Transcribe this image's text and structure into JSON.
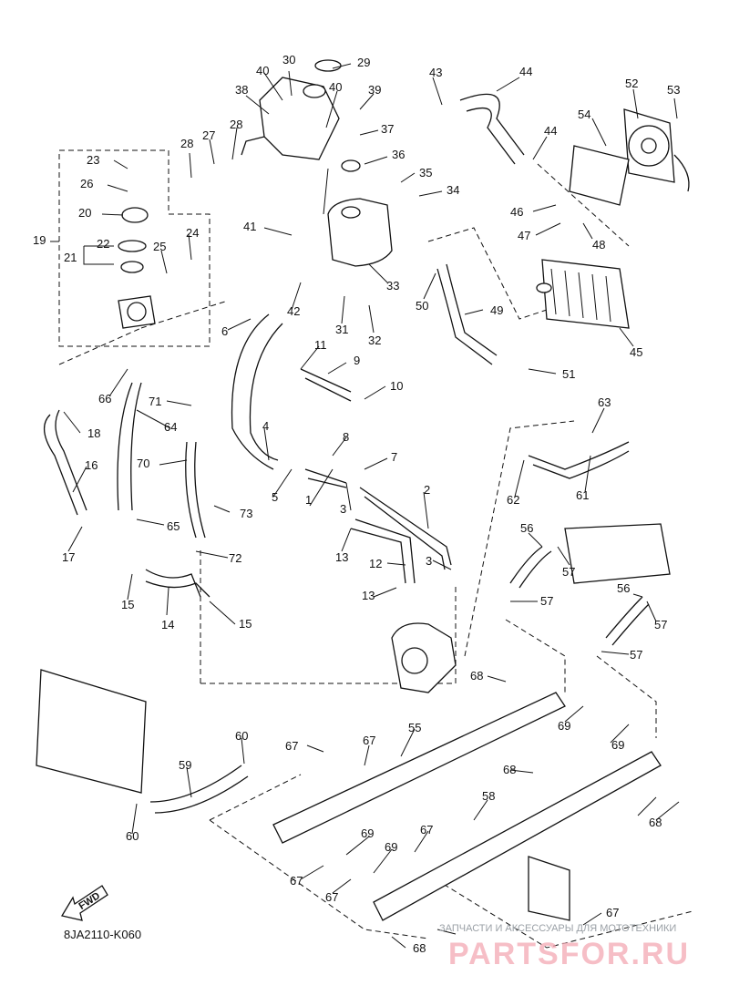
{
  "diagram": {
    "code": "8JA2110-K060",
    "fwd_label": "FWD",
    "labels": [
      "1",
      "2",
      "3",
      "3",
      "4",
      "5",
      "6",
      "7",
      "8",
      "9",
      "10",
      "11",
      "12",
      "13",
      "13",
      "14",
      "15",
      "15",
      "16",
      "17",
      "18",
      "19",
      "20",
      "21",
      "22",
      "23",
      "24",
      "25",
      "26",
      "27",
      "28",
      "28",
      "29",
      "30",
      "31",
      "32",
      "33",
      "34",
      "35",
      "36",
      "37",
      "38",
      "39",
      "40",
      "40",
      "41",
      "42",
      "43",
      "44",
      "44",
      "45",
      "46",
      "47",
      "48",
      "49",
      "50",
      "51",
      "52",
      "53",
      "54",
      "55",
      "56",
      "56",
      "57",
      "57",
      "57",
      "57",
      "58",
      "59",
      "60",
      "60",
      "61",
      "62",
      "63",
      "64",
      "65",
      "66",
      "67",
      "67",
      "67",
      "67",
      "67",
      "67",
      "68",
      "68",
      "68",
      "68",
      "69",
      "69",
      "69",
      "69",
      "70",
      "71",
      "72",
      "73"
    ]
  },
  "watermark": {
    "small_text": "ЗАПЧАСТИ И АКСЕССУАРЫ ДЛЯ МОТОТЕХНИКИ",
    "big_text": "PARTSFOR.RU",
    "color": "#f4a9b4"
  }
}
